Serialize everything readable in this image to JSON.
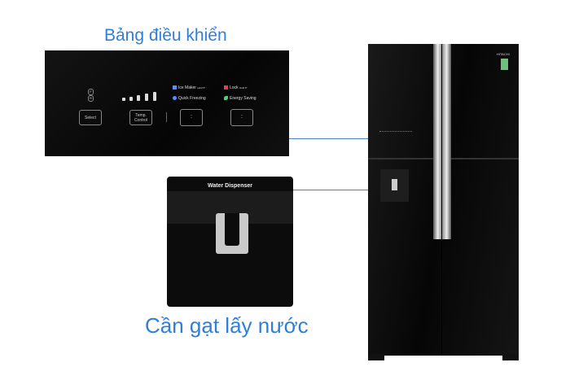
{
  "captions": {
    "control_panel": "Bảng điều khiển",
    "water_lever": "Cần gạt lấy nước"
  },
  "panel": {
    "select_label": "Select",
    "temp_label": "Temp. Control",
    "fr_icons": [
      "F",
      "R"
    ],
    "ice_maker": "Ice Maker",
    "ice_maker_hold": "Hold 5\"",
    "quick_freezing": "Quick Freezing",
    "lock": "Lock",
    "lock_hold": "Hold 5\"",
    "energy_saving": "Energy Saving",
    "temp_levels": 5
  },
  "dispenser": {
    "title": "Water Dispenser"
  },
  "fridge": {
    "brand": "HITACHI"
  },
  "colors": {
    "caption": "#2f7fd8",
    "leader_line": "#4a7fc0",
    "ice": "#5b8cff",
    "lock": "#e0404a",
    "energy": "#4cd07a"
  }
}
